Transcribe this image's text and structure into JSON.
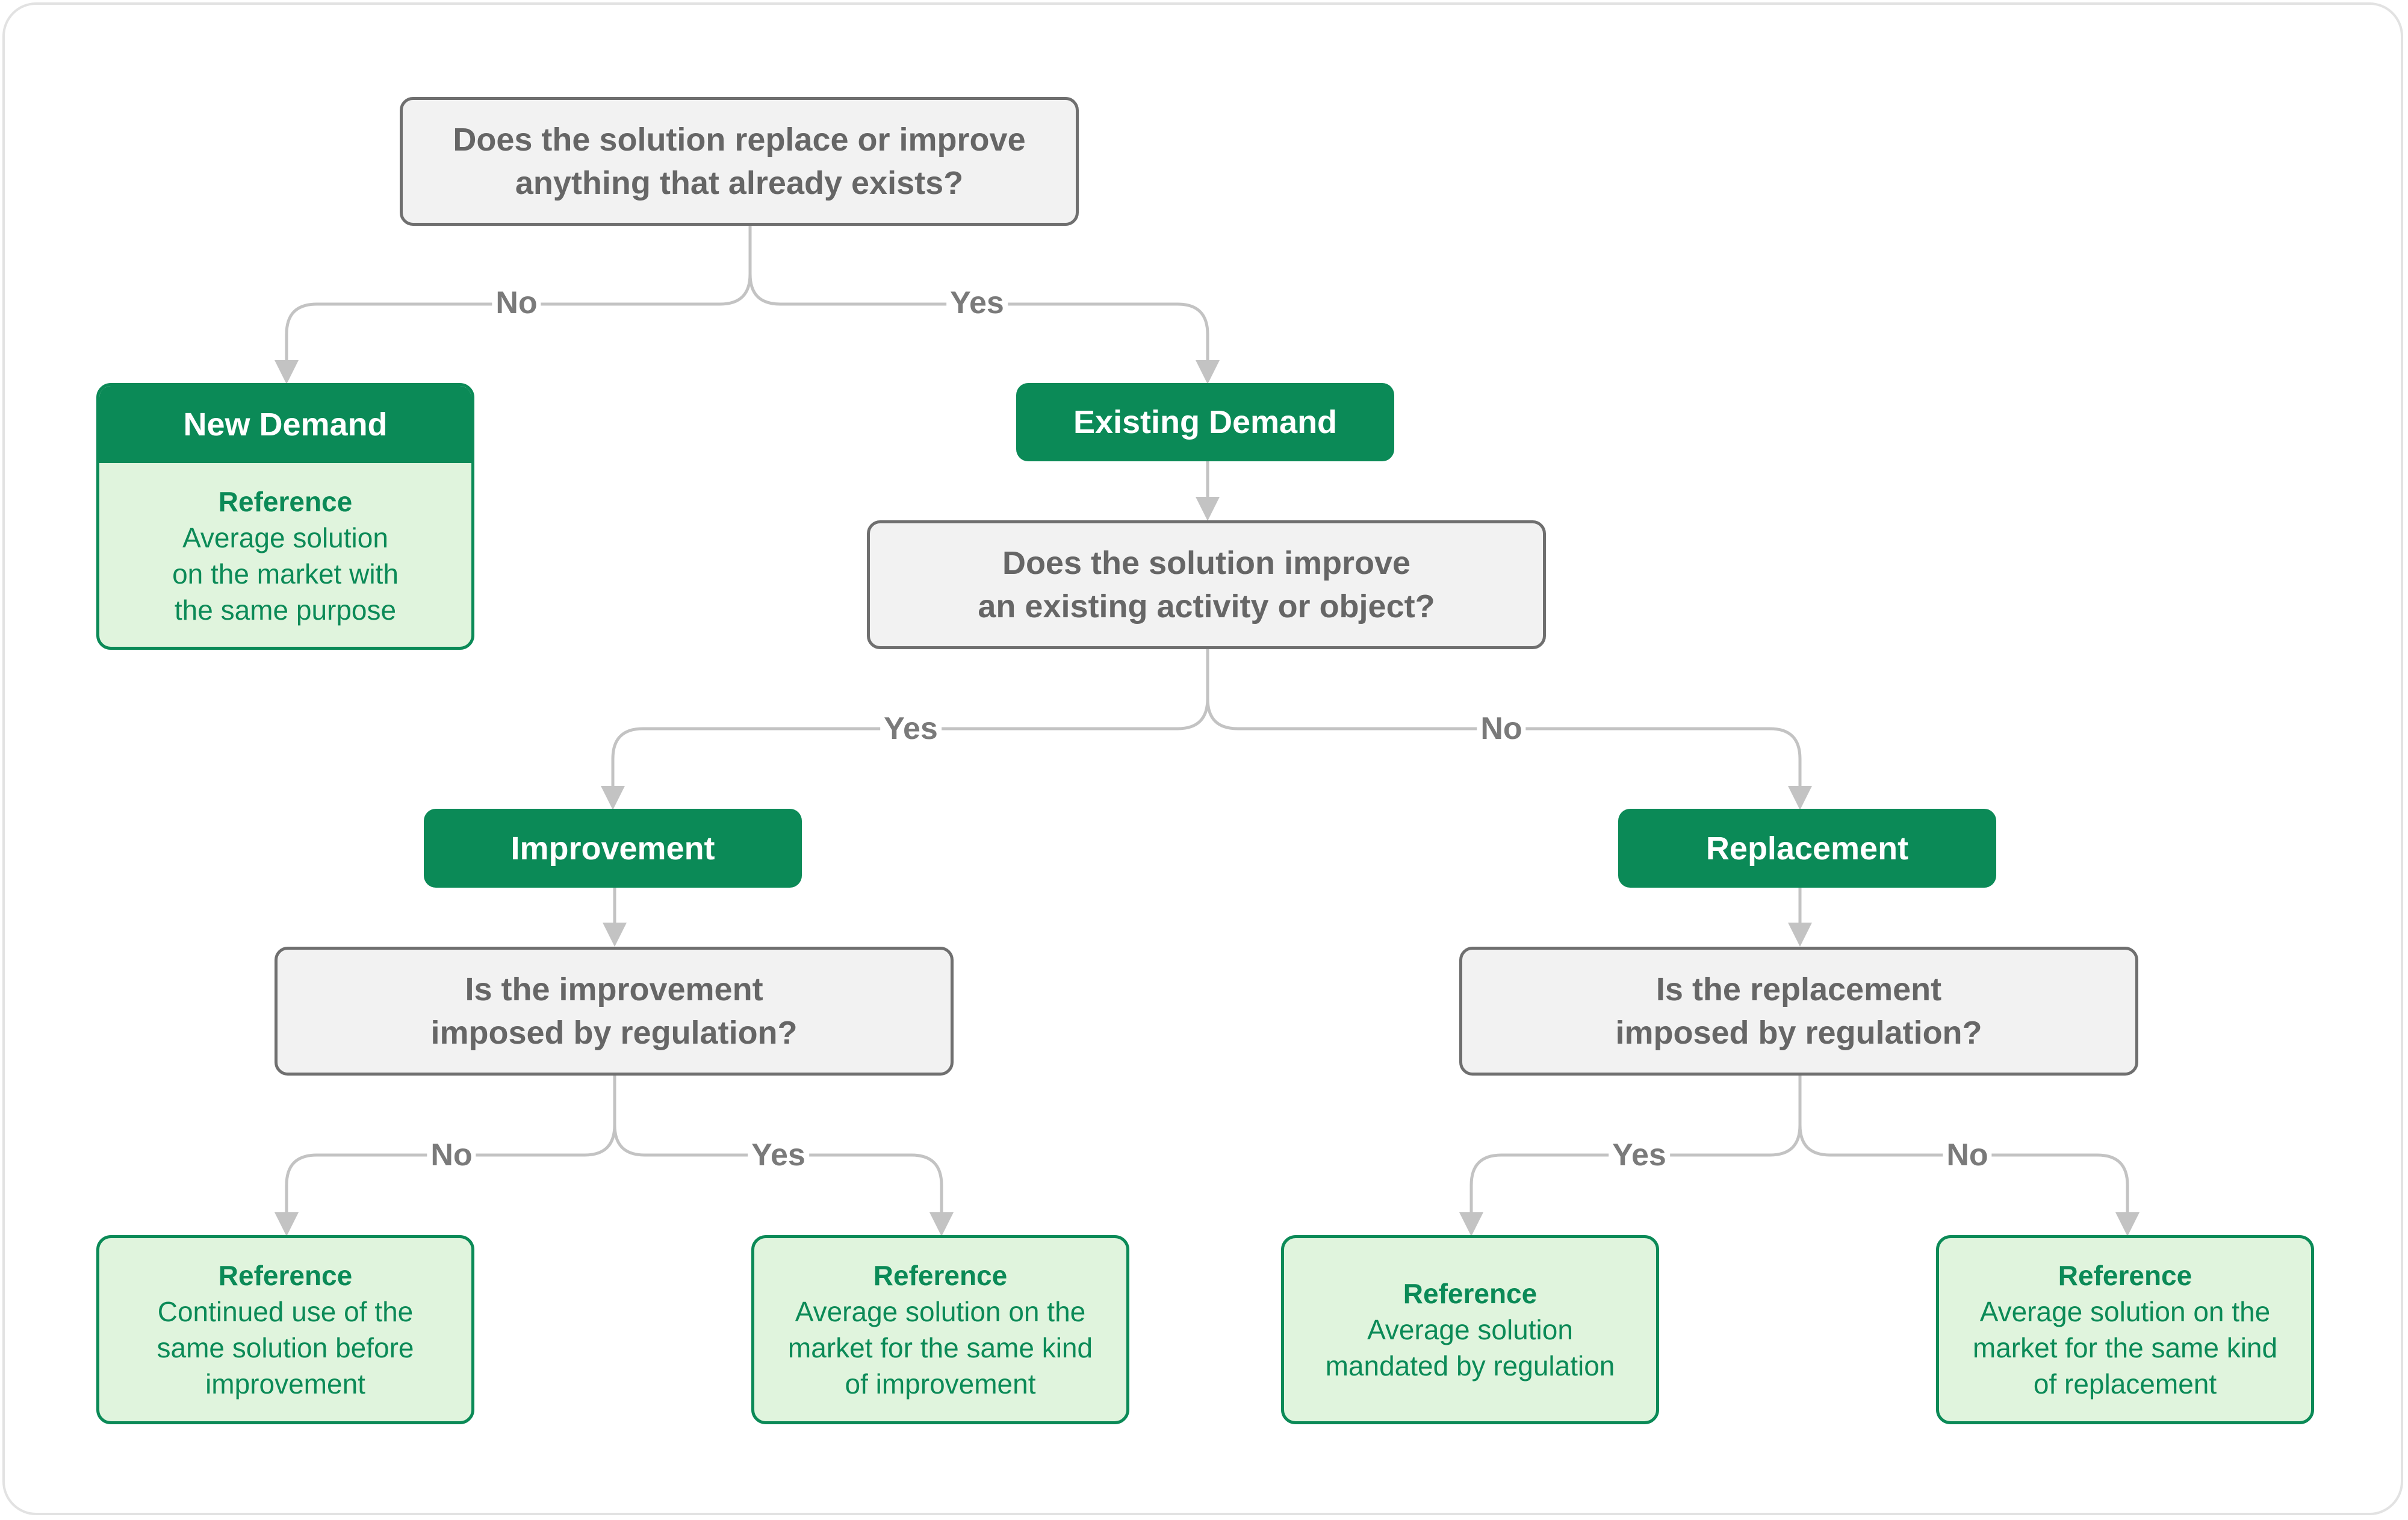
{
  "nodes": {
    "q_root": {
      "lines": [
        "Does the solution replace or improve",
        "anything that already exists?"
      ]
    },
    "new_demand": {
      "label": "New Demand"
    },
    "new_demand_ref": {
      "title": "Reference",
      "lines": [
        "Average solution",
        "on the market with",
        "the same purpose"
      ]
    },
    "existing_demand": {
      "label": "Existing Demand"
    },
    "q_existing": {
      "lines": [
        "Does the solution improve",
        "an existing activity or object?"
      ]
    },
    "improvement": {
      "label": "Improvement"
    },
    "replacement": {
      "label": "Replacement"
    },
    "q_improvement": {
      "lines": [
        "Is the improvement",
        "imposed by regulation?"
      ]
    },
    "q_replacement": {
      "lines": [
        "Is the replacement",
        "imposed by regulation?"
      ]
    },
    "ref_improve_no": {
      "title": "Reference",
      "lines": [
        "Continued use of the",
        "same solution before",
        "improvement"
      ]
    },
    "ref_improve_yes": {
      "title": "Reference",
      "lines": [
        "Average solution on the",
        "market for the same kind",
        "of improvement"
      ]
    },
    "ref_replace_yes": {
      "title": "Reference",
      "lines": [
        "Average solution",
        "mandated by regulation"
      ]
    },
    "ref_replace_no": {
      "title": "Reference",
      "lines": [
        "Average solution on the",
        "market for the same kind",
        "of replacement"
      ]
    }
  },
  "edges": {
    "root_no": "No",
    "root_yes": "Yes",
    "existing_yes": "Yes",
    "existing_no": "No",
    "improve_no": "No",
    "improve_yes": "Yes",
    "replace_yes": "Yes",
    "replace_no": "No"
  },
  "colors": {
    "category_fill": "#0b8a57",
    "reference_fill": "#e0f4dd",
    "question_fill": "#f2f2f2",
    "question_border": "#6f6f6f",
    "connector": "#c3c3c3"
  }
}
